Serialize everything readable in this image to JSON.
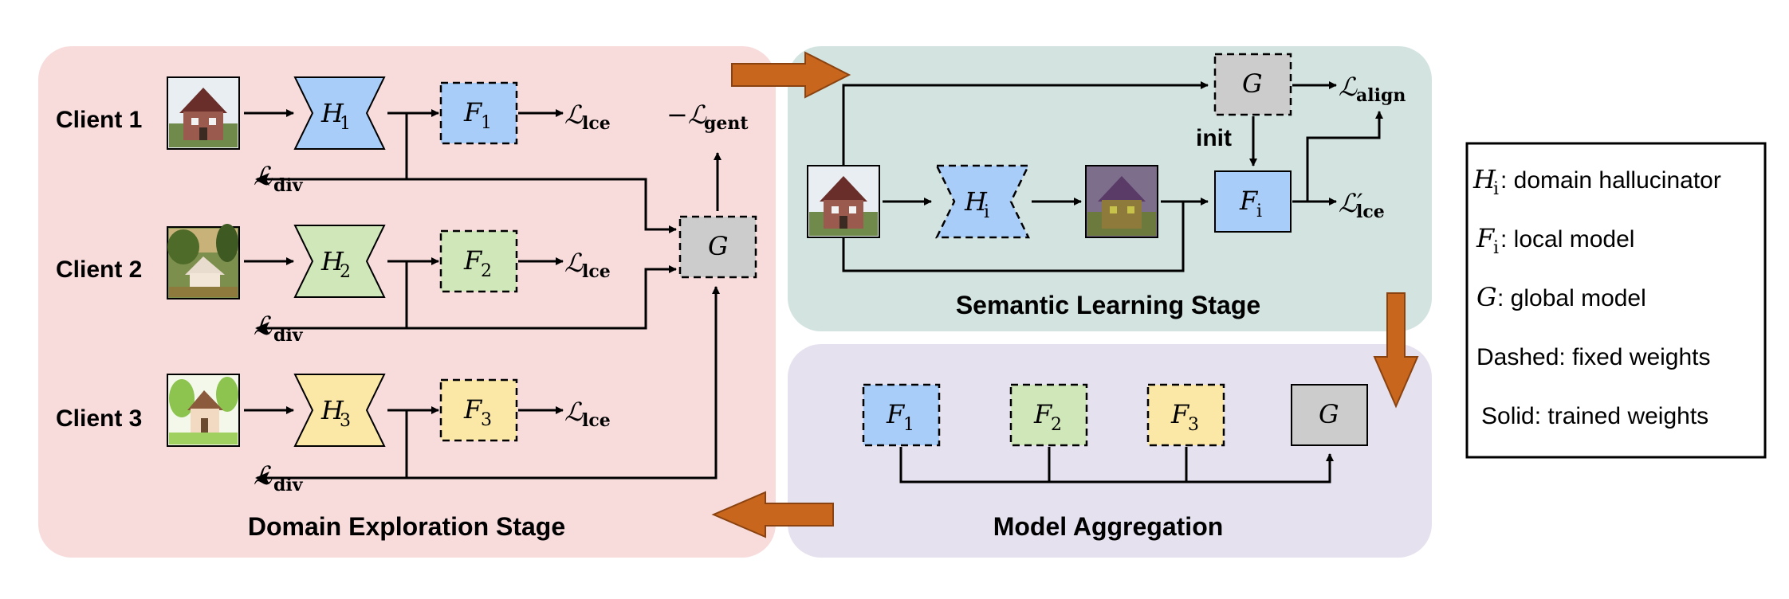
{
  "colors": {
    "exploration_bg": "#f8dcdc",
    "semantic_bg": "#d2e3e0",
    "aggregation_bg": "#e6e1ee",
    "blue": "#a9cdf9",
    "green": "#cfe7b9",
    "yellow": "#fbe8a6",
    "gray": "#cccccc",
    "stage_arrow": "#c8661e"
  },
  "stages": {
    "exploration": "Domain Exploration Stage",
    "semantic": "Semantic Learning Stage",
    "aggregation": "Model Aggregation"
  },
  "clients": [
    {
      "label": "Client 1",
      "h": "H",
      "h_sub": "1",
      "f": "F",
      "f_sub": "1",
      "image": "house-photo"
    },
    {
      "label": "Client 2",
      "h": "H",
      "h_sub": "2",
      "f": "F",
      "f_sub": "2",
      "image": "house-painting"
    },
    {
      "label": "Client 3",
      "h": "H",
      "h_sub": "3",
      "f": "F",
      "f_sub": "3",
      "image": "house-cartoon"
    }
  ],
  "losses": {
    "lce_main": "ℒ",
    "lce_sub": "lce",
    "div_main": "ℒ",
    "div_sub": "div",
    "gent_main": "−ℒ",
    "gent_sub": "gent",
    "align_main": "ℒ",
    "align_sub": "align",
    "lce_prime_main": "ℒ′",
    "lce_prime_sub": "lce"
  },
  "global_model": "G",
  "semantic": {
    "h": "H",
    "h_sub": "i",
    "f": "F",
    "f_sub": "i",
    "init": "init"
  },
  "aggregation": {
    "models": [
      {
        "f": "F",
        "sub": "1"
      },
      {
        "f": "F",
        "sub": "2"
      },
      {
        "f": "F",
        "sub": "3"
      }
    ],
    "g": "G"
  },
  "legend": [
    {
      "sym": "H",
      "sub": "i",
      "text": ": domain hallucinator"
    },
    {
      "sym": "F",
      "sub": "i",
      "text": ": local model"
    },
    {
      "sym": "G",
      "sub": "",
      "text": ": global model"
    },
    {
      "sym": "",
      "sub": "",
      "text": "Dashed: fixed weights"
    },
    {
      "sym": "",
      "sub": "",
      "text": "Solid: trained weights"
    }
  ]
}
